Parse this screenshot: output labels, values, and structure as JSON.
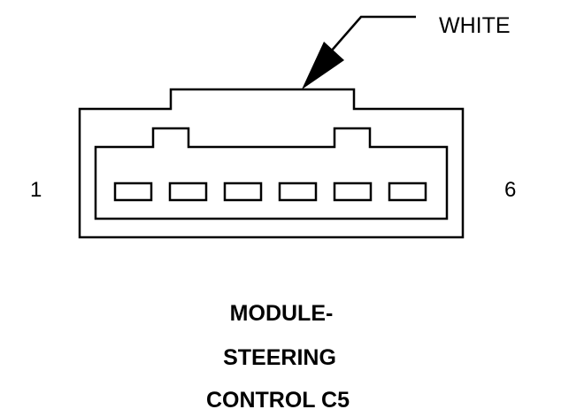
{
  "connector": {
    "wire_color_label": "WHITE",
    "pin_first_label": "1",
    "pin_last_label": "6",
    "pin_count": 6
  },
  "title": {
    "line1": "MODULE-",
    "line2": "STEERING",
    "line3": "CONTROL C5"
  }
}
